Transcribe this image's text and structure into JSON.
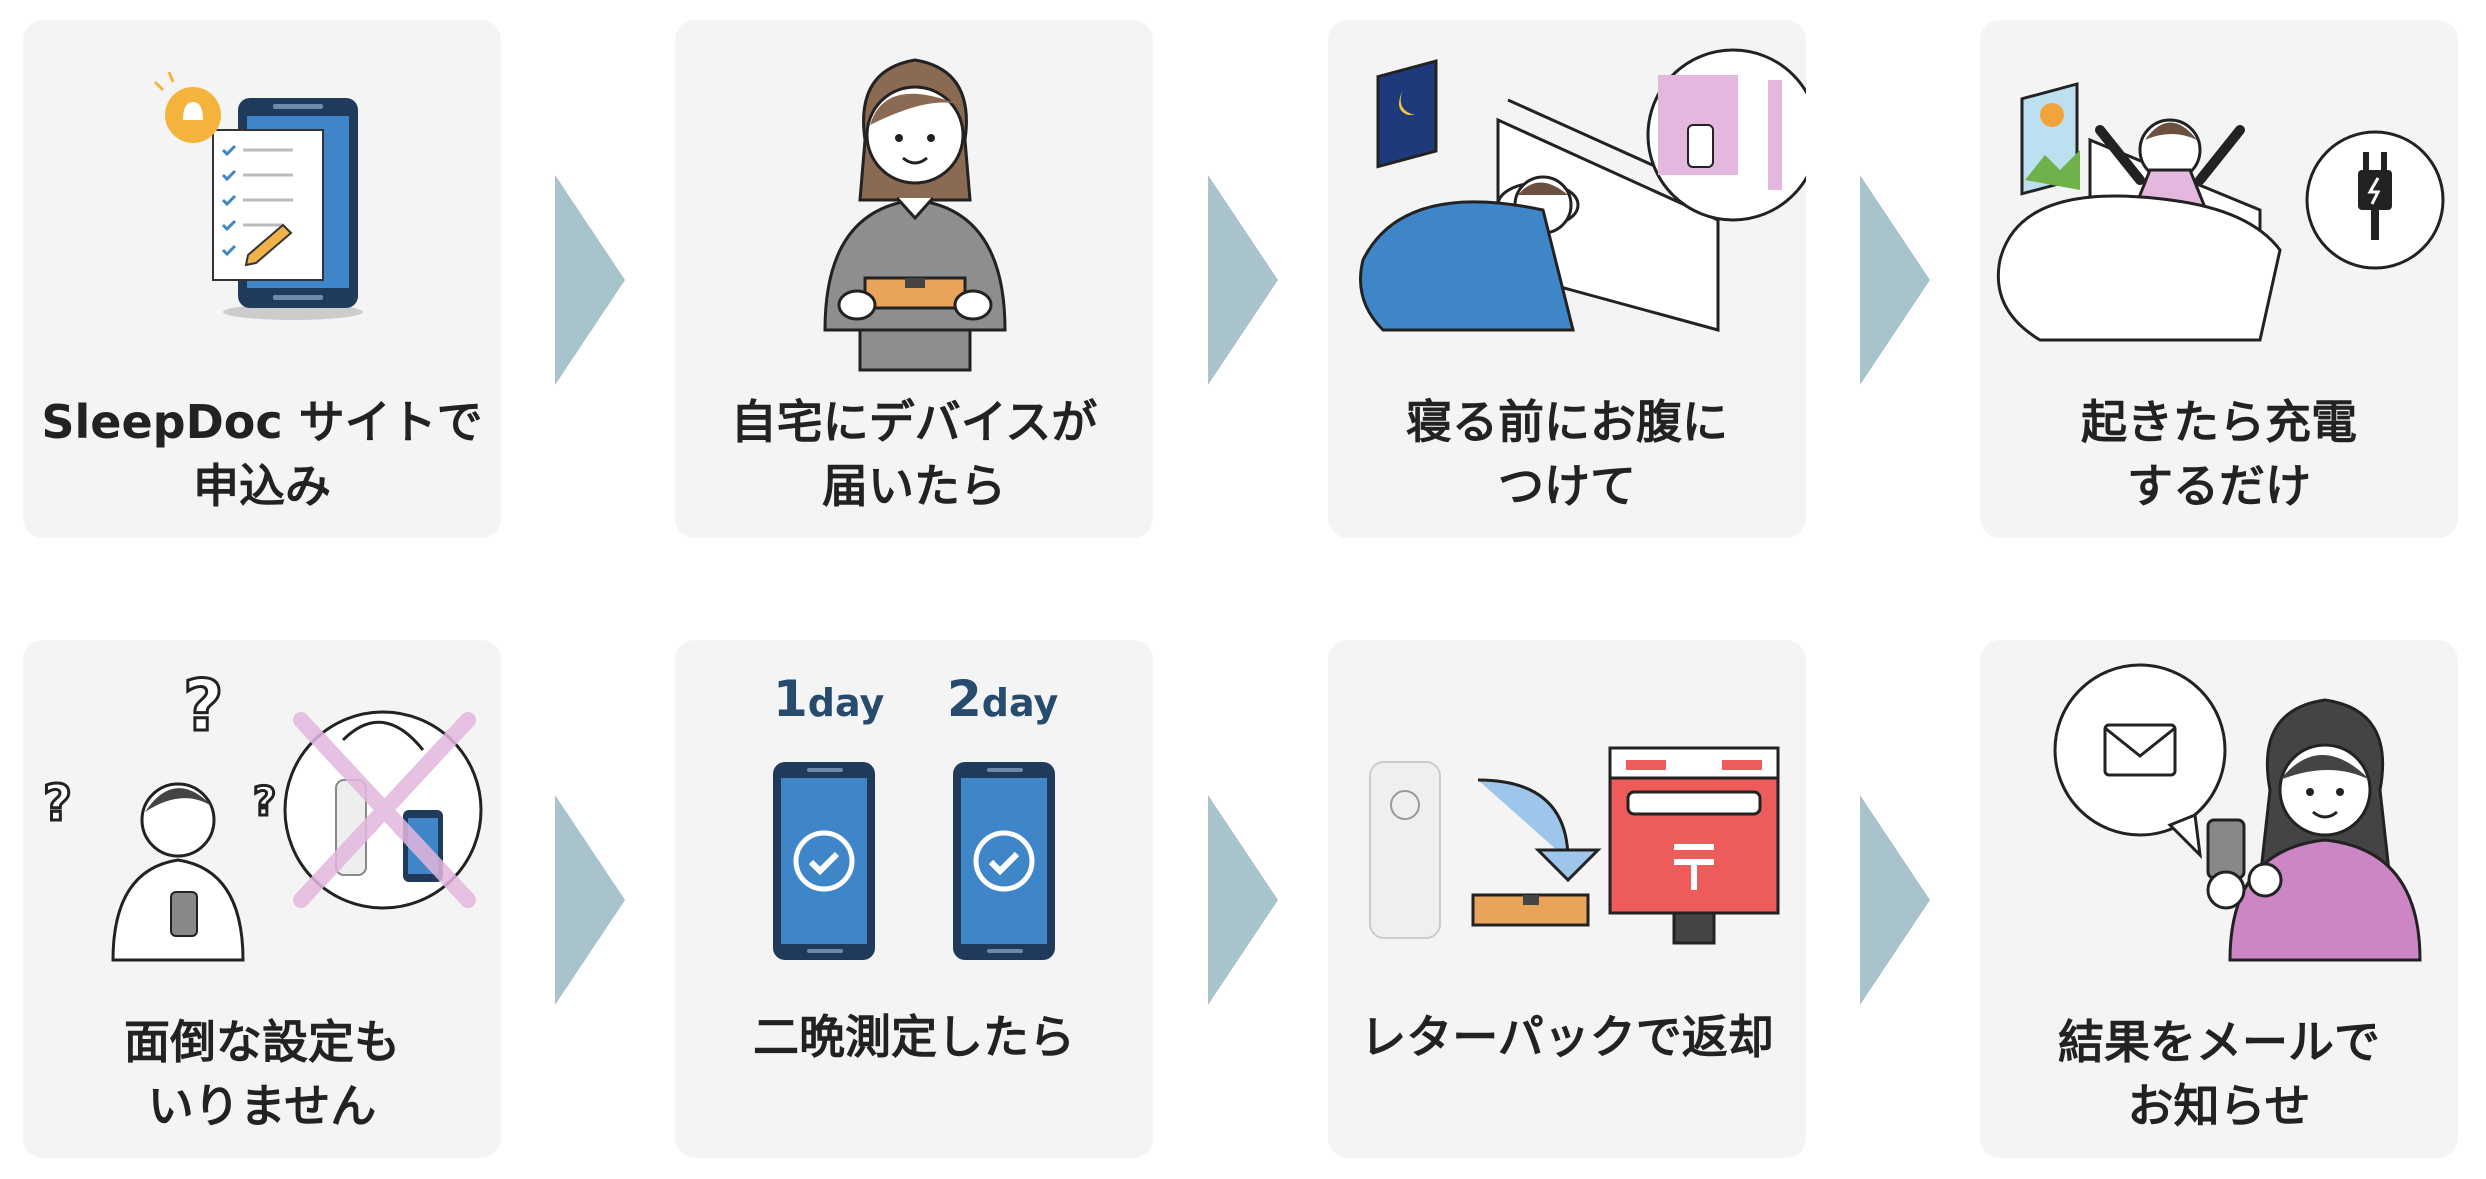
{
  "colors": {
    "card_bg": "#f4f4f4",
    "arrow": "#a9c3cd",
    "phone_blue": "#3f86c9",
    "phone_frame": "#1f3a5a",
    "post_red": "#ee5b5b",
    "pink": "#d9a6d6",
    "text": "#222222",
    "day_text": "#274b6d"
  },
  "steps": [
    {
      "line1": "SleepDoc サイトで",
      "line2": "申込み",
      "icon": "phone-checklist-icon"
    },
    {
      "line1": "自宅にデバイスが",
      "line2": "届いたら",
      "icon": "person-with-package-icon"
    },
    {
      "line1": "寝る前にお腹に",
      "line2": "つけて",
      "icon": "sleeping-in-bed-icon"
    },
    {
      "line1": "起きたら充電",
      "line2": "するだけ",
      "icon": "waking-up-charging-icon"
    },
    {
      "line1": "面倒な設定も",
      "line2": "いりません",
      "icon": "no-setup-needed-icon"
    },
    {
      "line1": "二晩測定したら",
      "line2": "",
      "icon": "two-night-phones-icon",
      "days": [
        {
          "num": "1",
          "unit": "day"
        },
        {
          "num": "2",
          "unit": "day"
        }
      ]
    },
    {
      "line1": "レターパックで返却",
      "line2": "",
      "icon": "return-by-mail-icon"
    },
    {
      "line1": "結果をメールで",
      "line2": "お知らせ",
      "icon": "email-result-icon"
    }
  ]
}
